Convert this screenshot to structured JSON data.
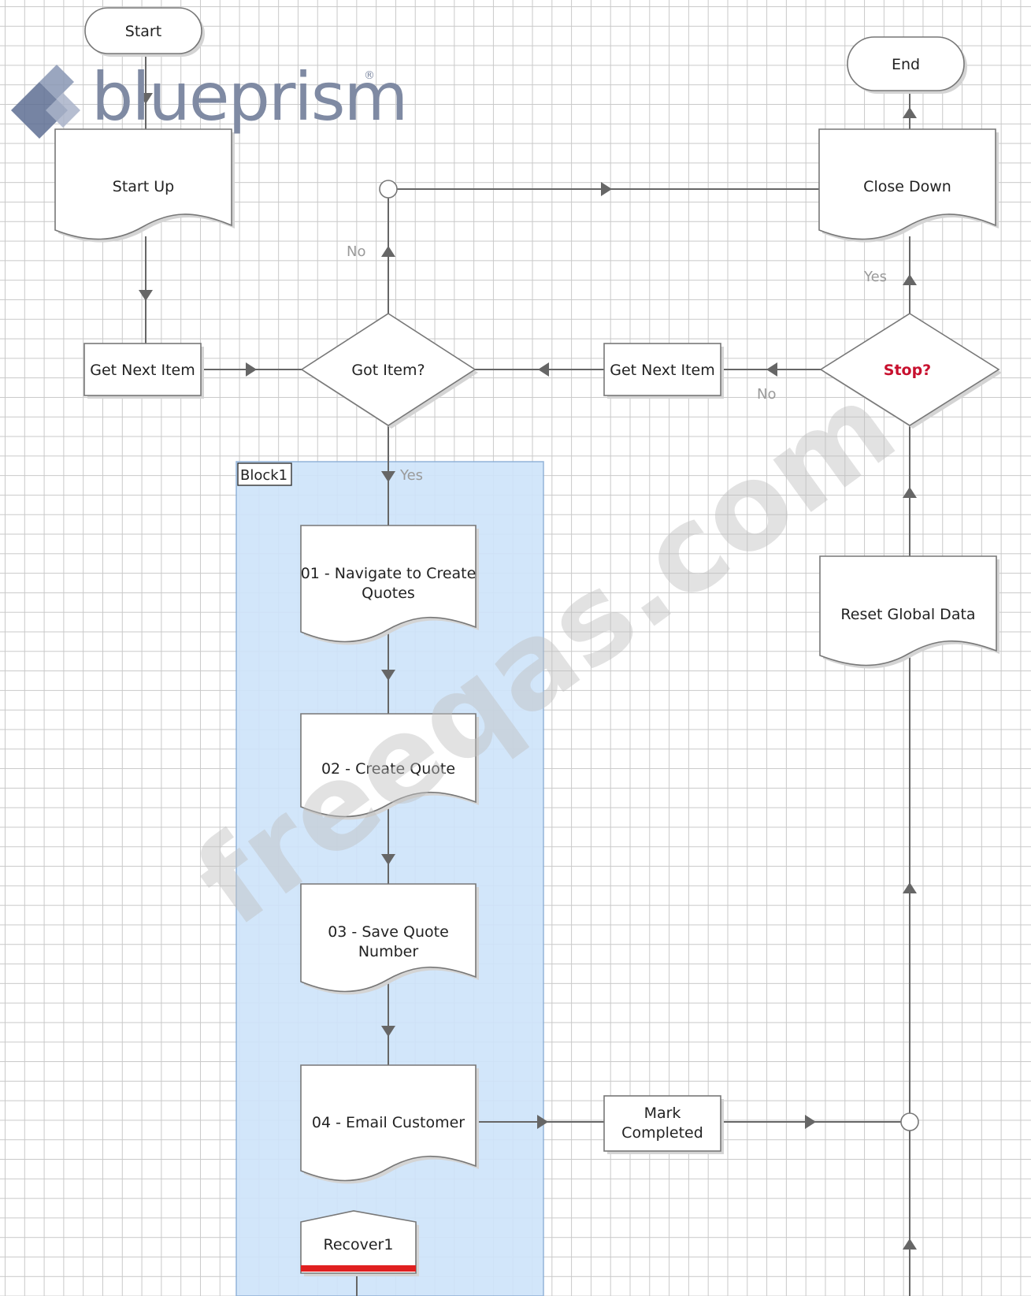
{
  "logo": {
    "name": "blueprism",
    "text": "blueprism",
    "registered": "®",
    "color": "#7f8aa3"
  },
  "watermark": {
    "text": "freeqas.com"
  },
  "colors": {
    "grid": "#c9c9c9",
    "block_fill": "#cfe4fa",
    "block_border": "#8aaed6",
    "connector": "#666666",
    "stop_text": "#c8102e",
    "recover_bar": "#e02020"
  },
  "nodes": {
    "start": "Start",
    "end": "End",
    "start_up": "Start Up",
    "close_down": "Close Down",
    "get_next_item_left": "Get Next Item",
    "got_item": "Got Item?",
    "get_next_item_right": "Get Next Item",
    "stop": "Stop?",
    "reset_global_data": "Reset Global Data",
    "step_01_line1": "01 - Navigate to Create",
    "step_01_line2": "Quotes",
    "step_02": "02 - Create Quote",
    "step_03_line1": "03 - Save Quote",
    "step_03_line2": "Number",
    "step_04": "04 - Email Customer",
    "mark_completed_line1": "Mark",
    "mark_completed_line2": "Completed",
    "recover": "Recover1"
  },
  "block": {
    "title": "Block1"
  },
  "edge_labels": {
    "got_item_no": "No",
    "got_item_yes": "Yes",
    "stop_yes": "Yes",
    "stop_no": "No"
  }
}
